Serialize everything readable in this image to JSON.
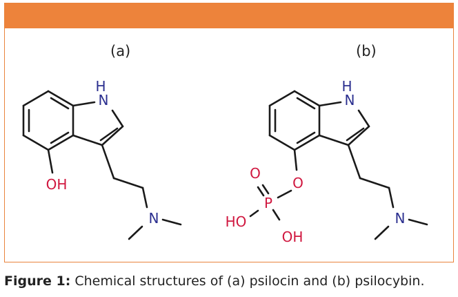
{
  "panels": {
    "a_label": "(a)",
    "b_label": "(b)"
  },
  "atoms": {
    "H": "H",
    "N": "N",
    "OH": "OH",
    "O": "O",
    "P": "P",
    "HO": "HO"
  },
  "caption": {
    "lead": "Figure 1:",
    "text": " Chemical structures of (a) psilocin and (b) psilocybin."
  },
  "colors": {
    "header": "#ed833b",
    "nitrogen": "#2b2f8f",
    "oxygen_phosphorus": "#d0173f"
  }
}
